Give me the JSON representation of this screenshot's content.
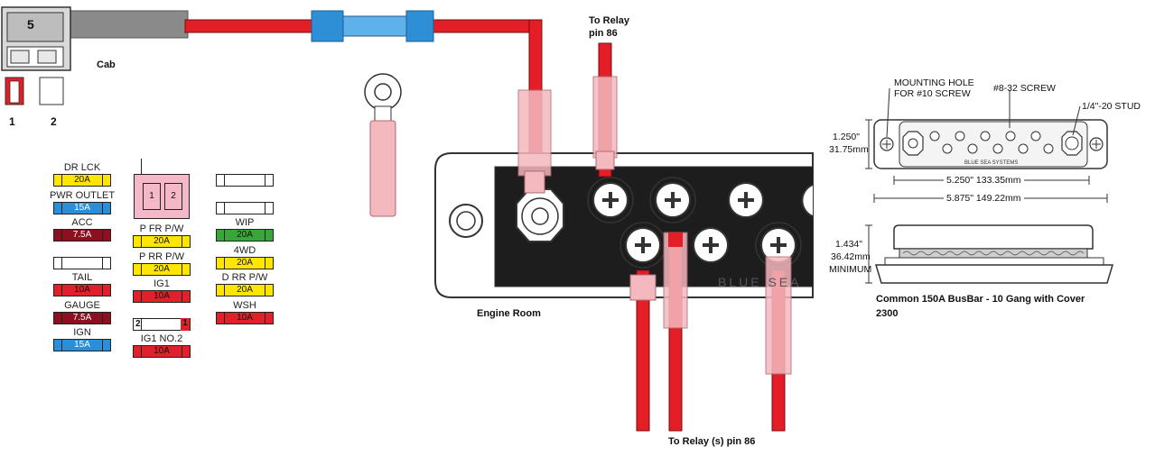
{
  "wiring": {
    "fuse_tap_number": "5",
    "pin_left": "1",
    "pin_right": "2",
    "cab_label": "Cab",
    "relay_top_line1": "To Relay",
    "relay_top_line2": "pin 86",
    "engine_room_label": "Engine Room",
    "relay_bottom_label": "To Relay (s) pin 86",
    "busbar_brand": "BLUE SEA",
    "wire_color": "#e41e26",
    "heatshrink_color": "#2f8fd6",
    "terminal_color": "#f4b8bf"
  },
  "fuse_panel": {
    "col1": [
      {
        "name": "DR LCK",
        "rating": "20A",
        "color": "#ffe600"
      },
      {
        "name": "PWR OUTLET",
        "rating": "15A",
        "color": "#2a8fd8"
      },
      {
        "name": "ACC",
        "rating": "7.5A",
        "color": "#8b1020"
      },
      {
        "name": "",
        "rating": "",
        "color": "#ffffff"
      },
      {
        "name": "TAIL",
        "rating": "10A",
        "color": "#e0202a"
      },
      {
        "name": "GAUGE",
        "rating": "7.5A",
        "color": "#8b1020"
      },
      {
        "name": "IGN",
        "rating": "15A",
        "color": "#2a8fd8"
      }
    ],
    "col2_relay": {
      "pin1": "1",
      "pin2": "2",
      "color": "#f4b8c8"
    },
    "col2": [
      {
        "name": "P FR P/W",
        "rating": "20A",
        "color": "#ffe600"
      },
      {
        "name": "P RR P/W",
        "rating": "20A",
        "color": "#ffe600"
      },
      {
        "name": "IG1",
        "rating": "10A",
        "color": "#e0202a"
      },
      {
        "name": "",
        "rating": "",
        "color": "#ffffff",
        "tap_left": "2",
        "tap_right": "1"
      },
      {
        "name": "IG1 NO.2",
        "rating": "10A",
        "color": "#e0202a"
      }
    ],
    "col3": [
      {
        "name": "",
        "rating": "",
        "color": "#ffffff"
      },
      {
        "name": "",
        "rating": "",
        "color": "#ffffff"
      },
      {
        "name": "WIP",
        "rating": "20A",
        "color": "#3aa63a"
      },
      {
        "name": "4WD",
        "rating": "20A",
        "color": "#ffe600"
      },
      {
        "name": "D RR P/W",
        "rating": "20A",
        "color": "#ffe600"
      },
      {
        "name": "WSH",
        "rating": "10A",
        "color": "#e0202a"
      }
    ]
  },
  "spec": {
    "mounting_hole_line1": "MOUNTING HOLE",
    "mounting_hole_line2": "FOR #10 SCREW",
    "screw_label": "#8-32 SCREW",
    "stud_label": "1/4\"-20 STUD",
    "height_in": "1.250\"",
    "height_mm": "31.75mm",
    "inner_width": "5.250\" 133.35mm",
    "outer_width": "5.875\" 149.22mm",
    "side_height_in": "1.434\"",
    "side_height_mm": "36.42mm",
    "side_height_min": "MINIMUM",
    "brand_small": "BLUE SEA SYSTEMS",
    "caption_line1": "Common 150A BusBar - 10 Gang with Cover",
    "caption_line2": "2300"
  }
}
